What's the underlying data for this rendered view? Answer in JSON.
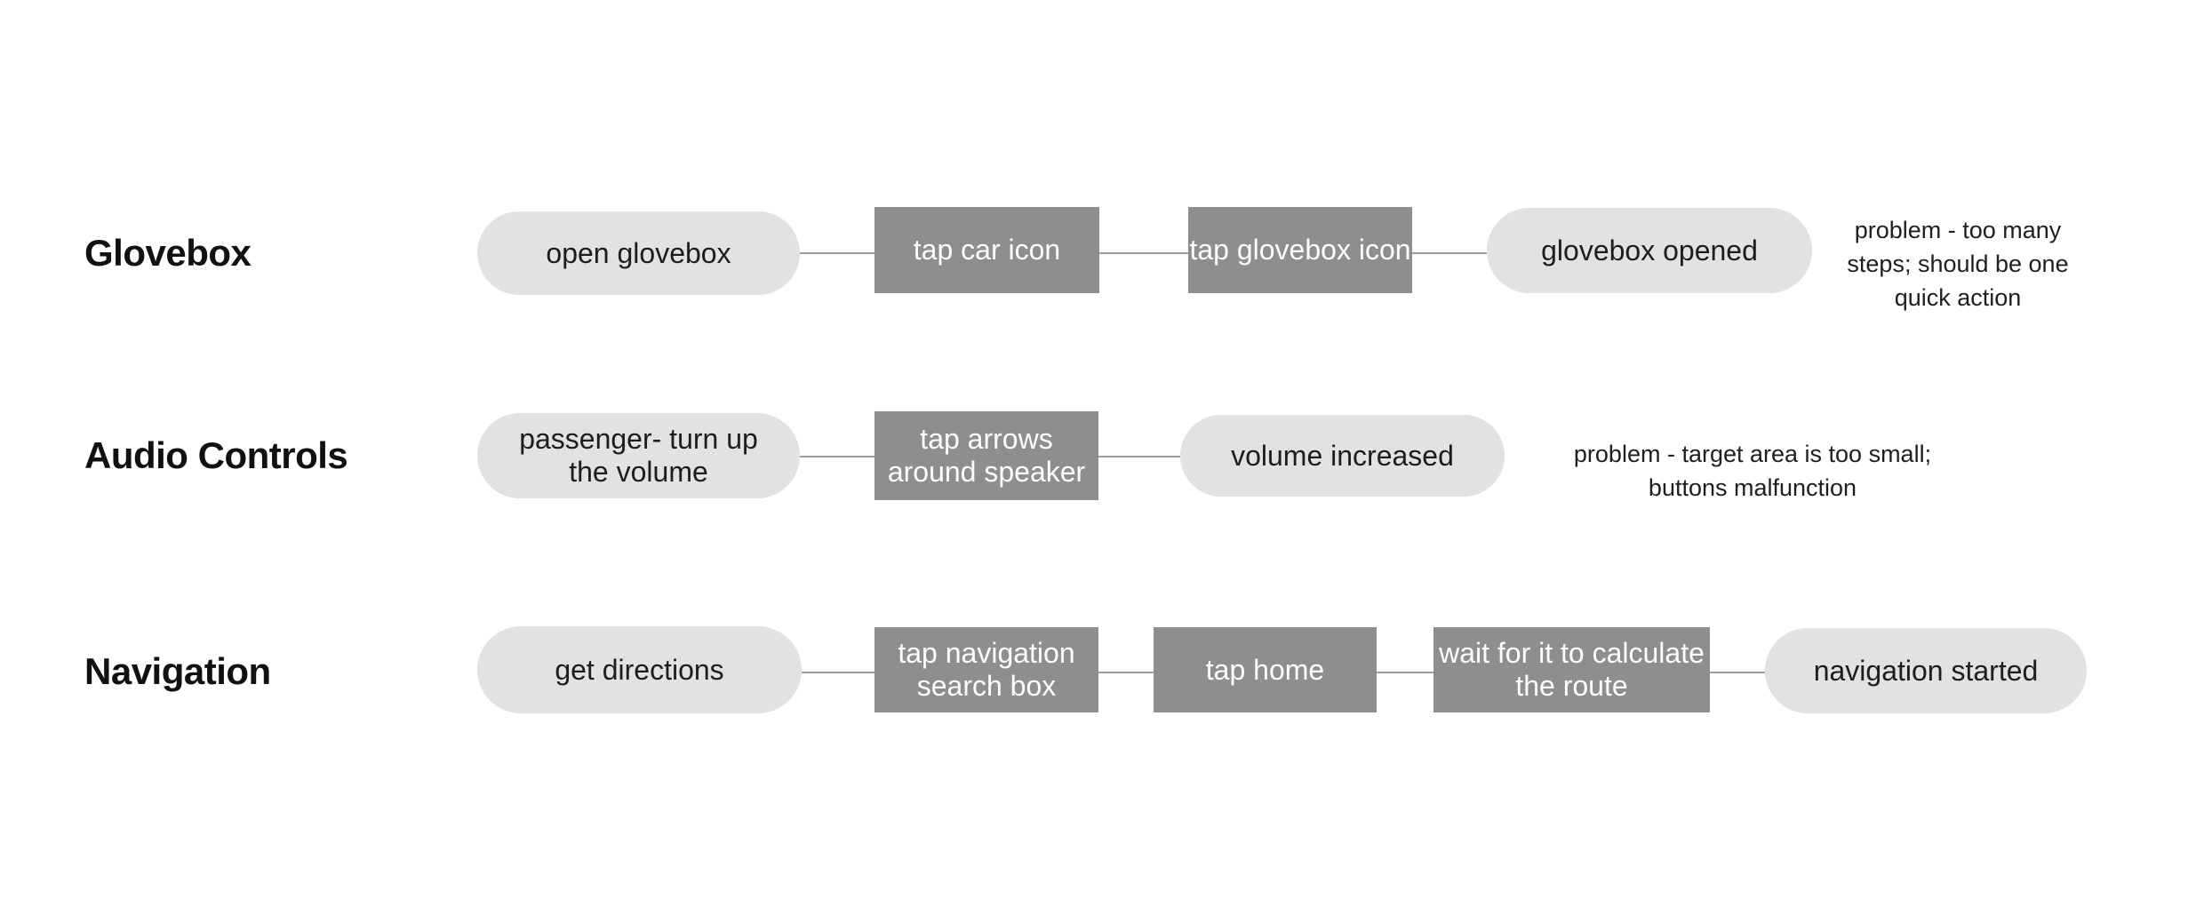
{
  "colors": {
    "bg": "#ffffff",
    "pill_fill": "#e2e2e2",
    "step_fill": "#8e8e8e",
    "pill_text": "#1d1d1d",
    "step_text": "#fdfdfd",
    "connector": "#9c9c9c",
    "label_text": "#111111",
    "annotation_text": "#1f1f1f"
  },
  "rows": [
    {
      "title": "Glovebox",
      "nodes": [
        {
          "type": "pill",
          "lines": [
            "open glovebox"
          ]
        },
        {
          "type": "step",
          "lines": [
            "tap car icon"
          ]
        },
        {
          "type": "step",
          "lines": [
            "tap glovebox icon"
          ]
        },
        {
          "type": "pill",
          "lines": [
            "glovebox opened"
          ]
        }
      ],
      "annotation": {
        "lines": [
          "problem - too many",
          "steps; should be one",
          "quick action"
        ]
      }
    },
    {
      "title": "Audio Controls",
      "nodes": [
        {
          "type": "pill",
          "lines": [
            "passenger- turn up",
            "the volume"
          ]
        },
        {
          "type": "step",
          "lines": [
            "tap arrows",
            "around speaker"
          ]
        },
        {
          "type": "pill",
          "lines": [
            "volume increased"
          ]
        }
      ],
      "annotation": {
        "lines": [
          "problem - target area is too small;",
          "buttons malfunction"
        ]
      }
    },
    {
      "title": "Navigation",
      "nodes": [
        {
          "type": "pill",
          "lines": [
            "get directions"
          ]
        },
        {
          "type": "step",
          "lines": [
            "tap navigation",
            "search box"
          ]
        },
        {
          "type": "step",
          "lines": [
            "tap home"
          ]
        },
        {
          "type": "step",
          "lines": [
            "wait for it to calculate",
            "the route"
          ]
        },
        {
          "type": "pill",
          "lines": [
            "navigation started"
          ]
        }
      ],
      "annotation": null
    }
  ]
}
